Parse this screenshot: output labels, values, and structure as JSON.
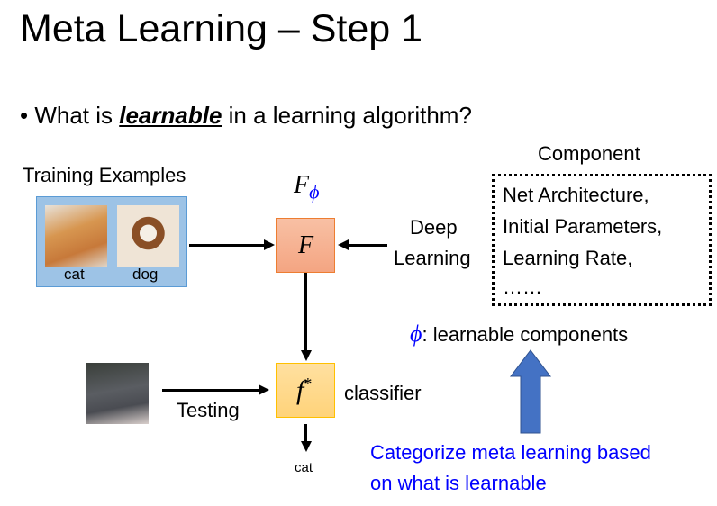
{
  "title": "Meta Learning – Step 1",
  "bullet": {
    "prefix": "What is ",
    "emphasis": "learnable",
    "suffix": " in a learning algorithm?"
  },
  "training": {
    "label": "Training Examples",
    "items": [
      "cat",
      "dog"
    ]
  },
  "f_phi": {
    "base": "F",
    "sub": "ϕ"
  },
  "F_box": "F",
  "deep_learning": [
    "Deep",
    "Learning"
  ],
  "component": {
    "label": "Component",
    "items": [
      "Net Architecture,",
      "Initial Parameters,",
      "Learning Rate,",
      "……"
    ]
  },
  "phi_note": {
    "symbol": "ϕ",
    "text": ": learnable components"
  },
  "testing_label": "Testing",
  "f_star": {
    "base": "f",
    "sup": "*"
  },
  "classifier_label": "classifier",
  "output_label": "cat",
  "categorize": [
    "Categorize meta learning based",
    "on what is learnable"
  ],
  "colors": {
    "blue_text": "#0000ff",
    "arrow_blue": "#4472c4",
    "train_box": "#9dc3e6",
    "F_box": "#f4b183",
    "f_box": "#ffd966"
  }
}
